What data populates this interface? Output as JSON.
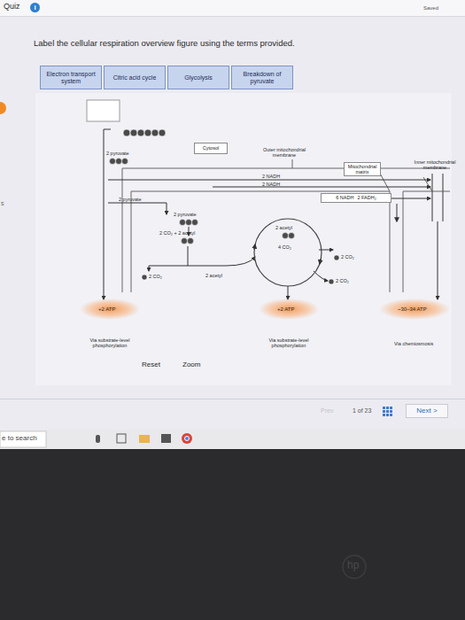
{
  "diagram": {
    "title": "Label the cellular respiration overview figure using the terms provided.",
    "nodes": [
      {
        "text": [
          "Electron transport system"
        ]
      },
      {
        "text": [
          "Citric acid cycle"
        ]
      },
      {
        "text": [
          "Glycolysis"
        ]
      },
      {
        "text": [
          "Breakdown of pyruvate"
        ]
      },
      {
        "text": [
          "Cytosol"
        ]
      },
      {
        "text": [
          "Mitochondrial matrix"
        ]
      },
      {
        "text": [
          "6 NADH",
          "2 FADH₂"
        ]
      },
      {
        "text": [
          "Next >"
        ]
      }
    ],
    "labels": [
      "Quiz",
      "i",
      "Saved",
      "Outer mitochondrial membrane",
      "2 pyruvate",
      "Inner mitochondrial membrane",
      "2 NADH",
      "2 NADH",
      "2 pyruvate",
      "2 pyruvate",
      "2 CO₂ + 2 acetyl",
      "2 acetyl",
      "2 CO₂",
      "2 acetyl",
      "4 CO₂",
      "2 CO₂",
      "2 CO₂",
      "+2 ATP",
      "+2 ATP",
      "~30–34 ATP",
      "Via substrate-level phosphorylation",
      "Via substrate-level phosphorylation",
      "Via chemiosmosis",
      "Reset",
      "Zoom",
      "Prev",
      "1 of 23",
      "e to search",
      "s",
      "hp"
    ]
  }
}
